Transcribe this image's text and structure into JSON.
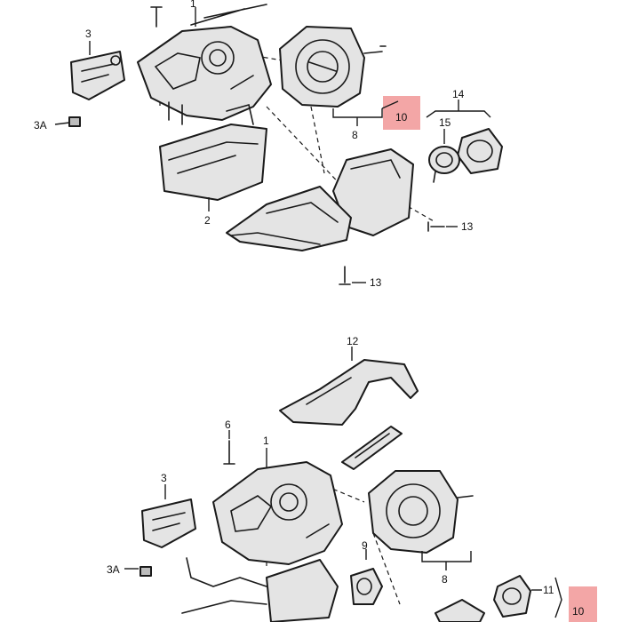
{
  "callouts_top": {
    "c1": "1",
    "c2": "2",
    "c3": "3",
    "c3a": "3A",
    "c8": "8",
    "c10": "10",
    "c13a": "13",
    "c13b": "13",
    "c14": "14",
    "c15": "15"
  },
  "callouts_bottom": {
    "c1": "1",
    "c3": "3",
    "c3a": "3A",
    "c6": "6",
    "c8": "8",
    "c9": "9",
    "c10": "10",
    "c11": "11",
    "c12": "12"
  },
  "colors": {
    "highlight": "#f3a6a6",
    "line": "#1a1a1a",
    "part_fill": "#e4e4e4"
  }
}
